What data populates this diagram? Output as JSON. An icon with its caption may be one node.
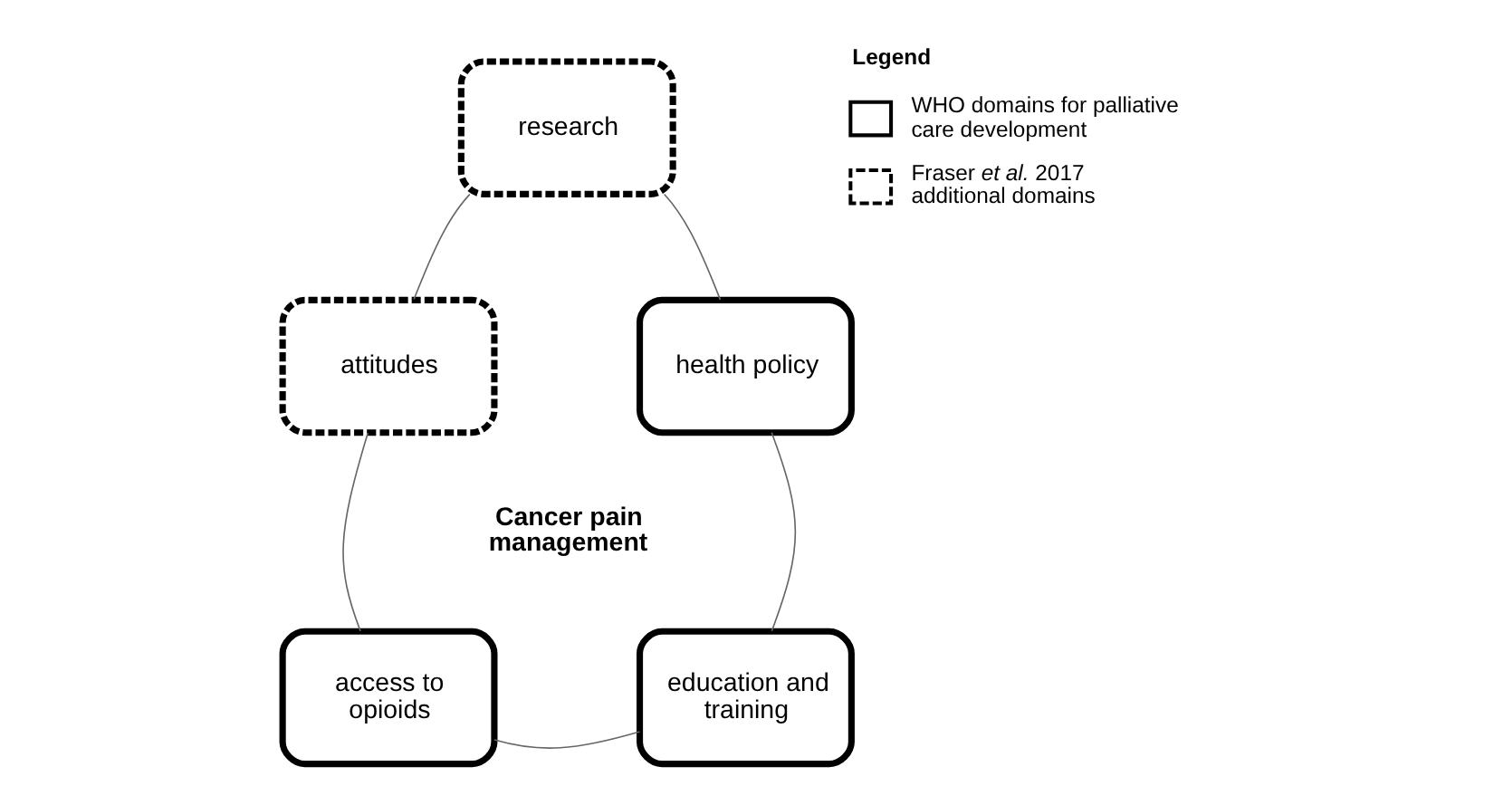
{
  "diagram": {
    "nodes": [
      {
        "text": [
          "research"
        ]
      },
      {
        "text": [
          "attitudes"
        ]
      },
      {
        "text": [
          "access to opioids"
        ]
      },
      {
        "text": [
          "education and training"
        ]
      },
      {
        "text": [
          "health policy"
        ]
      }
    ],
    "edges": [
      {
        "from": 0,
        "to": 1,
        "arrow": "none"
      },
      {
        "from": 1,
        "to": 2,
        "arrow": "none"
      },
      {
        "from": 2,
        "to": 3,
        "arrow": "none"
      },
      {
        "from": 3,
        "to": 4,
        "arrow": "none"
      },
      {
        "from": 4,
        "to": 0,
        "arrow": "none"
      }
    ],
    "labels": [
      "Cancer pain management",
      "Legend"
    ],
    "legend": [
      {
        "text": "WHO domains for palliative care development"
      },
      {
        "text": "Fraser *et al.* 2017 additional domains"
      }
    ]
  }
}
